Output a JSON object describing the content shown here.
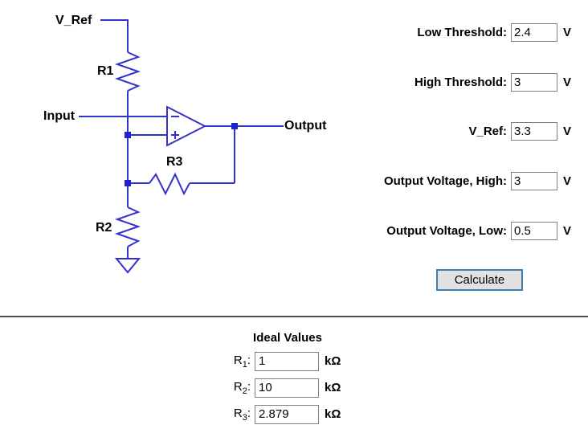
{
  "circuit": {
    "wire_color": "#3333cc",
    "labels": {
      "v_ref": "V_Ref",
      "r1": "R1",
      "input": "Input",
      "r3": "R3",
      "r2": "R2",
      "output": "Output"
    }
  },
  "form": {
    "rows": [
      {
        "label": "Low Threshold:",
        "value": "2.4",
        "unit": "V"
      },
      {
        "label": "High Threshold:",
        "value": "3",
        "unit": "V"
      },
      {
        "label": "V_Ref:",
        "value": "3.3",
        "unit": "V"
      },
      {
        "label": "Output Voltage, High:",
        "value": "3",
        "unit": "V"
      },
      {
        "label": "Output Voltage, Low:",
        "value": "0.5",
        "unit": "V"
      }
    ],
    "calculate_label": "Calculate"
  },
  "results": {
    "heading": "Ideal Values",
    "rows": [
      {
        "label_base": "R",
        "label_sub": "1",
        "label_suffix": ":",
        "value": "1",
        "unit": "kΩ"
      },
      {
        "label_base": "R",
        "label_sub": "2",
        "label_suffix": ":",
        "value": "10",
        "unit": "kΩ"
      },
      {
        "label_base": "R",
        "label_sub": "3",
        "label_suffix": ":",
        "value": "2.879",
        "unit": "kΩ"
      }
    ]
  }
}
